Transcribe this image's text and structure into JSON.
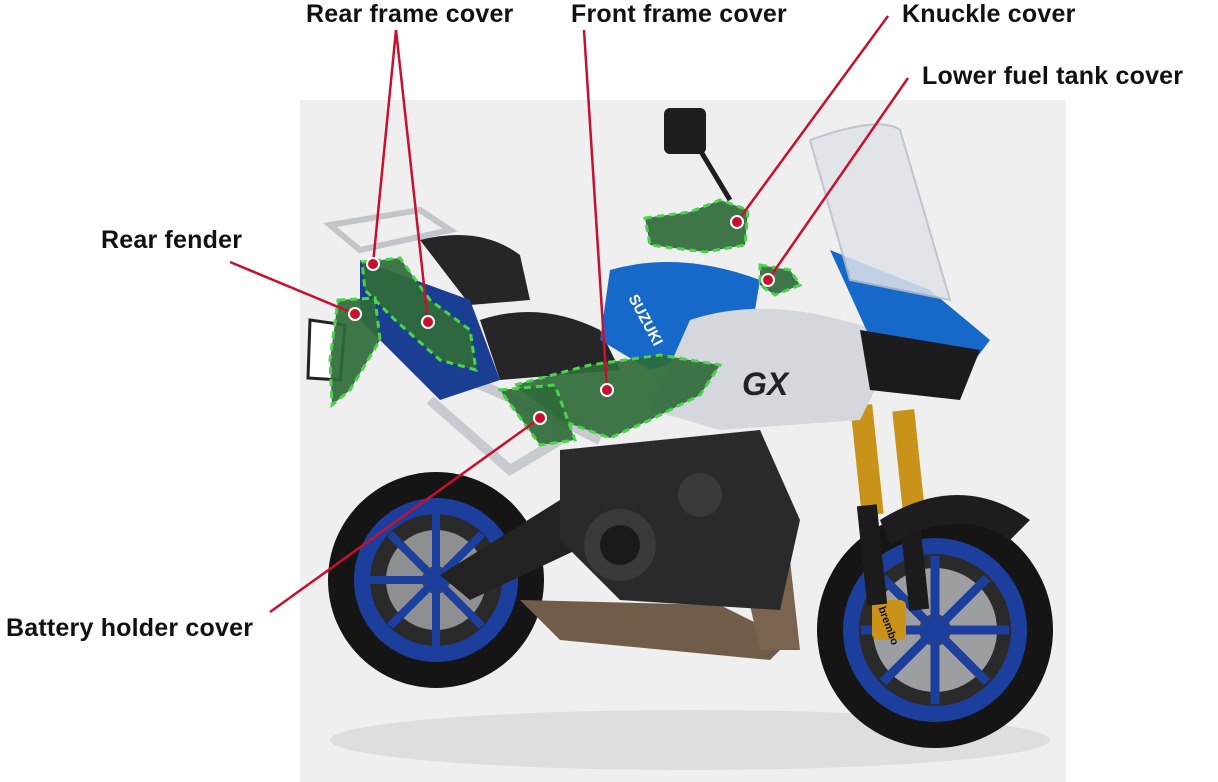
{
  "labels": {
    "rear_frame_cover": "Rear frame cover",
    "front_frame_cover": "Front frame cover",
    "knuckle_cover": "Knuckle cover",
    "lower_fuel_tank_cover": "Lower fuel tank cover",
    "rear_fender": "Rear fender",
    "battery_holder_cover": "Battery holder cover"
  },
  "tank_brand": "SUZUKI",
  "model_badge": "GX",
  "caliper_brand": "brembo",
  "colors": {
    "leader_line": "#c8102e",
    "highlight_fill": "#2f6b3a",
    "highlight_dash": "#4cd34c",
    "tank_blue": "#1769c9",
    "fairing_silver": "#d4d8dc",
    "body_dark": "#1e1e20",
    "fork_gold": "#c9931a",
    "photo_background": "#efefef"
  }
}
